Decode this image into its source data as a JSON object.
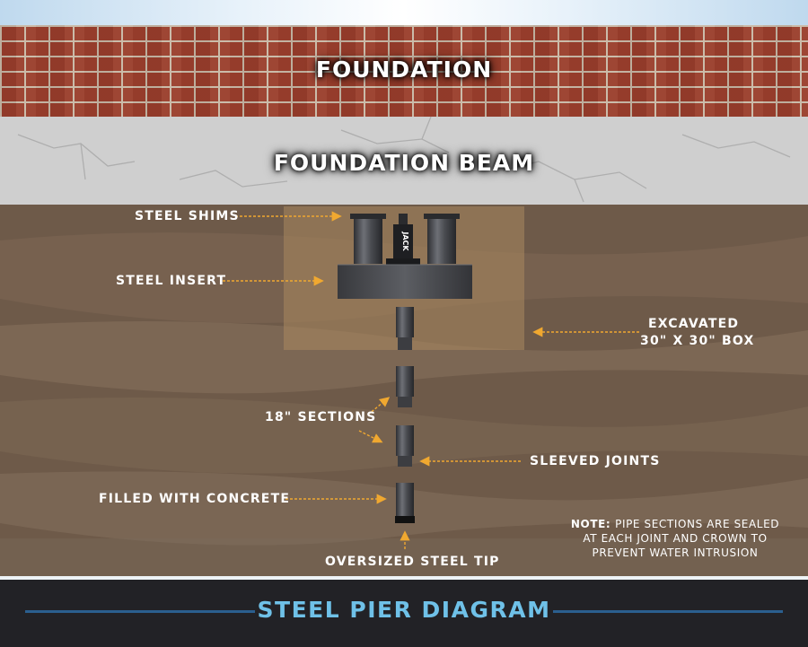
{
  "layers": {
    "foundation": "FOUNDATION",
    "beam": "FOUNDATION BEAM"
  },
  "labels": {
    "steel_shims": "STEEL SHIMS",
    "steel_insert": "STEEL INSERT",
    "excavated_line1": "EXCAVATED",
    "excavated_line2": "30\" X 30\" BOX",
    "sections": "18\" SECTIONS",
    "sleeved_joints": "SLEEVED JOINTS",
    "filled_concrete": "FILLED WITH CONCRETE",
    "steel_tip": "OVERSIZED STEEL TIP",
    "jack": "JACK"
  },
  "note": {
    "bold": "NOTE:",
    "line1": "PIPE SECTIONS ARE SEALED",
    "line2": "AT EACH JOINT AND CROWN TO",
    "line3": "PREVENT WATER INTRUSION"
  },
  "footer": {
    "title": "STEEL PIER DIAGRAM"
  },
  "colors": {
    "arrow": "#f0a830",
    "title_blue": "#6fc1e8",
    "rule_blue": "#2b5f8f",
    "brick": "#9a3e2c",
    "soil": "#6e5a49",
    "box": "#a9885f"
  }
}
